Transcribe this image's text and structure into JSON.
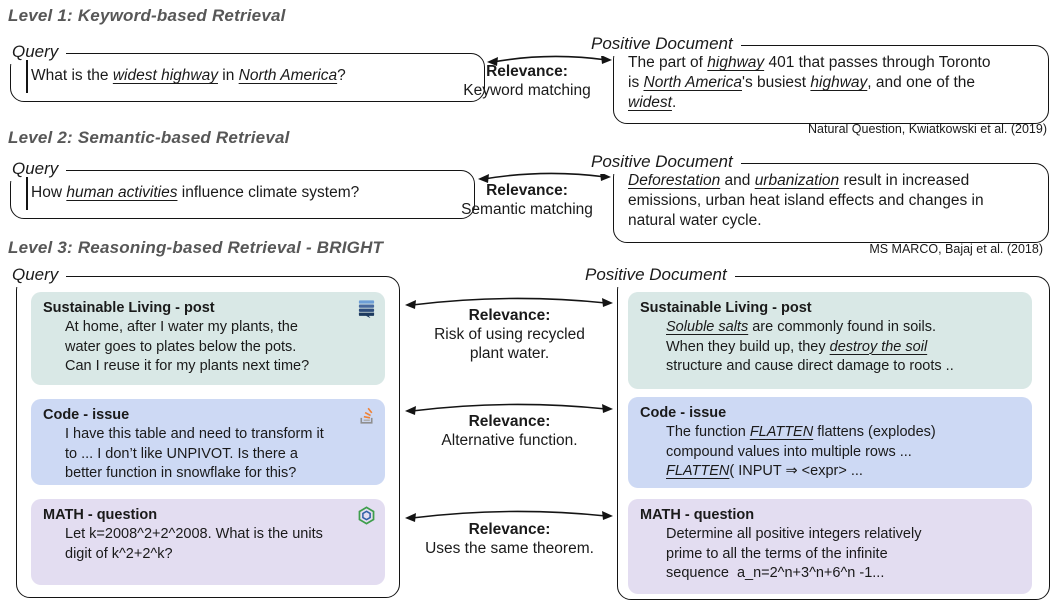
{
  "figure": {
    "colors": {
      "heading_gray": "#575757",
      "line_dark": "#141414",
      "card_teal": "#d9e8e6",
      "card_blue": "#cdd9f4",
      "card_purple": "#e3ddf1",
      "stack_overflow_orange": "#ef8236",
      "stack_exchange_blue": "#1d3a5f",
      "aops_green": "#3e9e4c"
    },
    "levels": [
      {
        "heading": "Level 1: Keyword-based Retrieval",
        "query_label": "Query",
        "doc_label": "Positive Document",
        "relevance_title": "Relevance:",
        "relevance_text": "Keyword matching",
        "query_rich": [
          {
            "t": "What is the "
          },
          {
            "t": "widest highway",
            "em": true
          },
          {
            "t": " in "
          },
          {
            "t": "North America",
            "em": true
          },
          {
            "t": "?"
          }
        ],
        "doc_rich": [
          {
            "t": "The part of "
          },
          {
            "t": "highway",
            "em": true
          },
          {
            "t": " 401 that passes through Toronto\nis "
          },
          {
            "t": "North America",
            "em": true
          },
          {
            "t": "'s busiest "
          },
          {
            "t": "highway",
            "em": true
          },
          {
            "t": ", and one of the\n"
          },
          {
            "t": "widest",
            "em": true
          },
          {
            "t": "."
          }
        ],
        "citation": "Natural Question, Kwiatkowski et al. (2019)"
      },
      {
        "heading": "Level 2: Semantic-based Retrieval",
        "query_label": "Query",
        "doc_label": "Positive Document",
        "relevance_title": "Relevance:",
        "relevance_text": "Semantic matching",
        "query_rich": [
          {
            "t": "How "
          },
          {
            "t": "human activities",
            "em": true
          },
          {
            "t": " influence climate system?"
          }
        ],
        "doc_rich": [
          {
            "t": "Deforestation",
            "em": true
          },
          {
            "t": " and "
          },
          {
            "t": "urbanization",
            "em": true
          },
          {
            "t": " result in increased\nemissions, urban heat island effects and changes in\nnatural water cycle."
          }
        ],
        "citation": "MS MARCO, Bajaj et al. (2018)"
      },
      {
        "heading": "Level 3: Reasoning-based Retrieval - BRIGHT",
        "query_label": "Query",
        "doc_label": "Positive Document",
        "pairs": [
          {
            "domain_title": "Sustainable Living - post",
            "icon": "stack-exchange-icon",
            "relevance_title": "Relevance:",
            "relevance_text": "Risk of using recycled\nplant water.",
            "query_rich": [
              {
                "t": "At home, after I water my plants, the\nwater goes to plates below the pots.\nCan I reuse it for my plants next time?"
              }
            ],
            "doc_title": "Sustainable Living - post",
            "doc_rich": [
              {
                "t": "Soluble salts",
                "em": true
              },
              {
                "t": " are commonly found in soils.\nWhen they build up, they "
              },
              {
                "t": "destroy the soil",
                "em": true
              },
              {
                "t": "\nstructure and cause direct damage to roots .."
              }
            ]
          },
          {
            "domain_title": "Code - issue",
            "icon": "stack-overflow-icon",
            "relevance_title": "Relevance:",
            "relevance_text": "Alternative function.",
            "query_rich": [
              {
                "t": "I have this table and need to transform it\nto ... I don’t like UNPIVOT. Is there a\nbetter function in snowflake for this?"
              }
            ],
            "doc_title": "Code - issue",
            "doc_rich": [
              {
                "t": "The function "
              },
              {
                "t": "FLATTEN",
                "em": true
              },
              {
                "t": " flattens (explodes)\ncompound values into multiple rows ...\n"
              },
              {
                "t": "FLATTEN",
                "em": true
              },
              {
                "t": "( INPUT ⇒ <expr> ..."
              }
            ]
          },
          {
            "domain_title": "MATH - question",
            "icon": "aops-icon",
            "relevance_title": "Relevance:",
            "relevance_text": "Uses the same theorem.",
            "query_rich": [
              {
                "t": "Let k=2008^2+2^2008. What is the units\ndigit of k^2+2^k?"
              }
            ],
            "doc_title": "MATH - question",
            "doc_rich": [
              {
                "t": "Determine all positive integers relatively\nprime to all the terms of the infinite\nsequence  a_n=2^n+3^n+6^n -1..."
              }
            ]
          }
        ]
      }
    ]
  }
}
